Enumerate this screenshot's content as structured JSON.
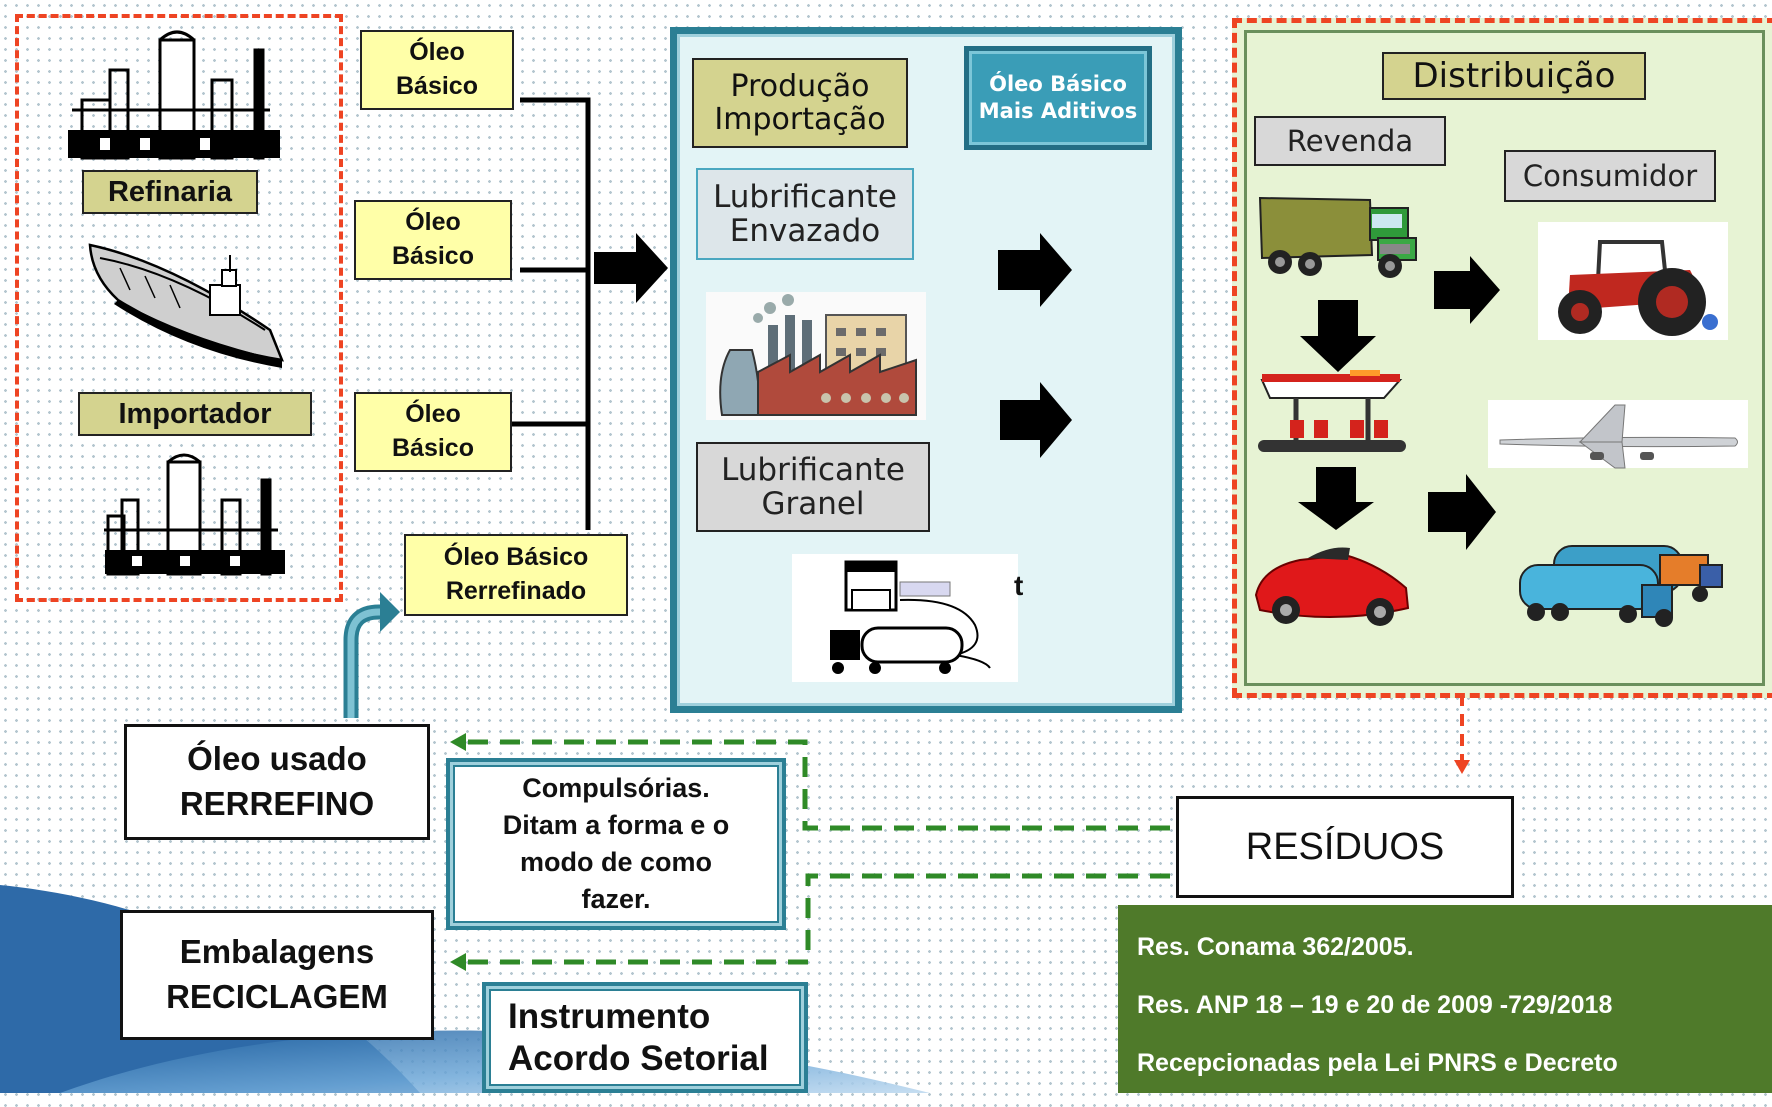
{
  "colors": {
    "red_dash": "#ee4423",
    "green_dash": "#2f8a27",
    "teal_border": "#2b7f94",
    "production_bg": "#e3f4f6",
    "distribution_bg": "#e7f3d4",
    "label_yellow": "#ffffa8",
    "label_olive": "#d4d38f",
    "legal_bg": "#4f7a2a"
  },
  "sources": {
    "refinaria": "Refinaria",
    "importador": "Importador",
    "icons": [
      "refinery-icon",
      "tanker-ship-icon",
      "refinery-icon"
    ]
  },
  "oleos": [
    {
      "text": "Óleo\nBásico"
    },
    {
      "text": "Óleo\nBásico"
    },
    {
      "text": "Óleo\nBásico"
    }
  ],
  "rerrefinado": "Óleo Básico\nRerrefinado",
  "production": {
    "producao": "Produção\nImportação",
    "aditivos": "Óleo Básico\nMais Aditivos",
    "envazado": "Lubrificante\nEnvazado",
    "granel": "Lubrificante\nGranel",
    "cut_text": "t"
  },
  "distribution": {
    "title": "Distribuição",
    "revenda": "Revenda",
    "consumidor": "Consumidor"
  },
  "destinations": {
    "oleo_usado": "Óleo usado\nRERREFINO",
    "embalagens": "Embalagens\nRECICLAGEM"
  },
  "compulsorias": "Compulsórias.\nDitam a forma e  o\nmodo  de  como\nfazer.",
  "residuos": "RESÍDUOS",
  "instrumento": "Instrumento\nAcordo Setorial",
  "legal": [
    "Res. Conama 362/2005.",
    "Res.  ANP 18 – 19 e 20 de 2009  -729/2018",
    "Recepcionadas pela Lei PNRS e Decreto"
  ]
}
